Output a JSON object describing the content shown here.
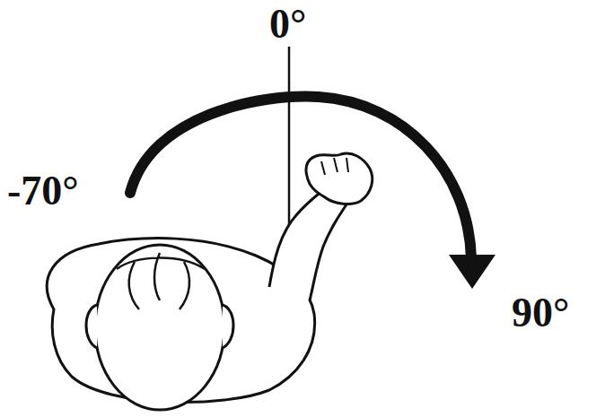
{
  "diagram": {
    "labels": [
      "0°",
      "-70°",
      "90°"
    ]
  }
}
